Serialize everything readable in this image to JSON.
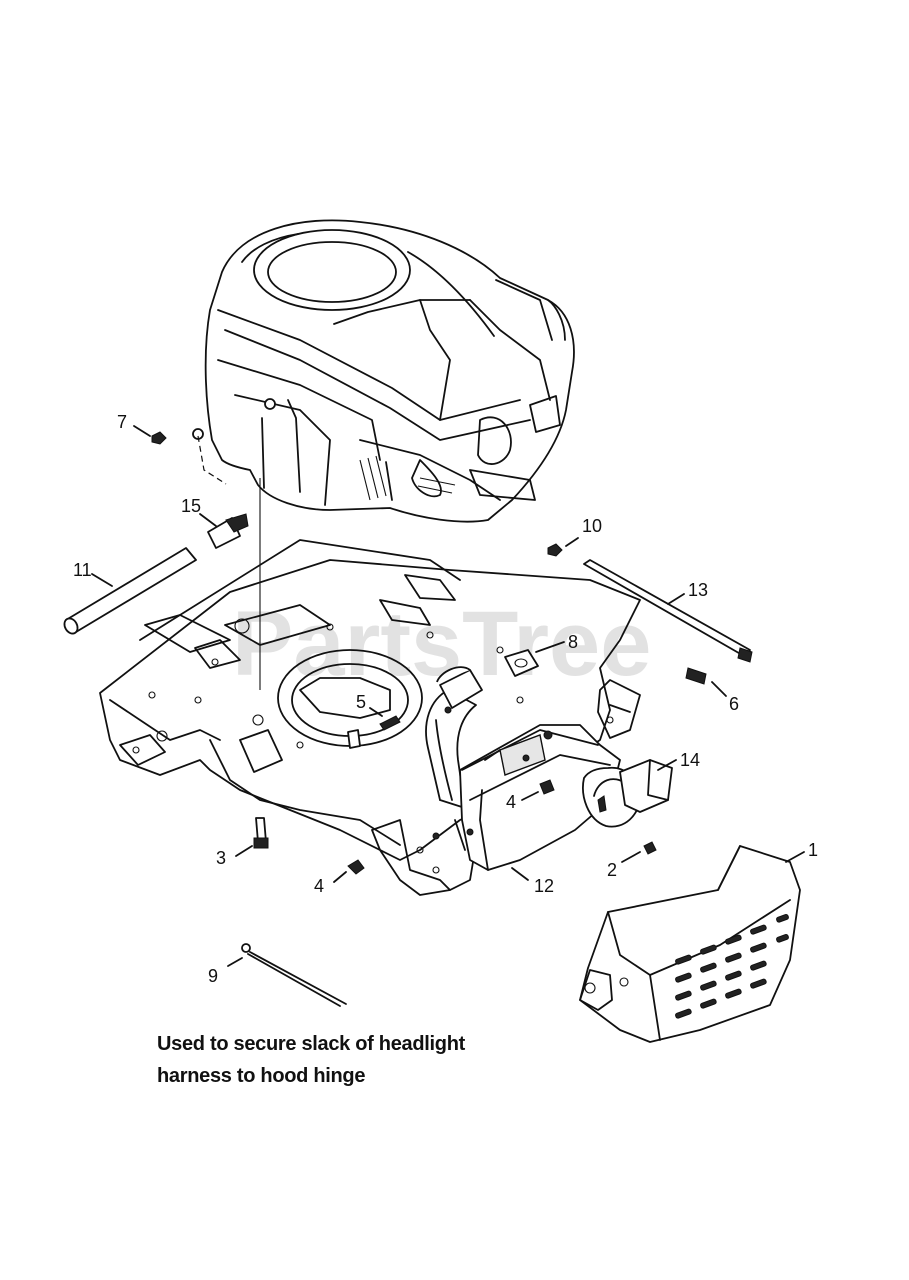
{
  "watermark": "PartsTree",
  "note": {
    "line1": "Used to secure slack of headlight",
    "line2": "harness to hood hinge"
  },
  "callouts": {
    "c1": "1",
    "c2": "2",
    "c3": "3",
    "c4a": "4",
    "c4b": "4",
    "c5": "5",
    "c6": "6",
    "c7": "7",
    "c8": "8",
    "c9": "9",
    "c10": "10",
    "c11": "11",
    "c12": "12",
    "c13": "13",
    "c14": "14",
    "c15": "15"
  },
  "parts": {
    "engine": "engine-icon",
    "frame": "mower-frame-icon",
    "muffler": "muffler-icon",
    "muffler_guard": "muffler-guard-icon",
    "exhaust_pipe": "exhaust-pipe-icon",
    "cable_tie": "cable-tie-icon",
    "rod_left": "rod-icon",
    "rod_right": "rod-icon"
  }
}
